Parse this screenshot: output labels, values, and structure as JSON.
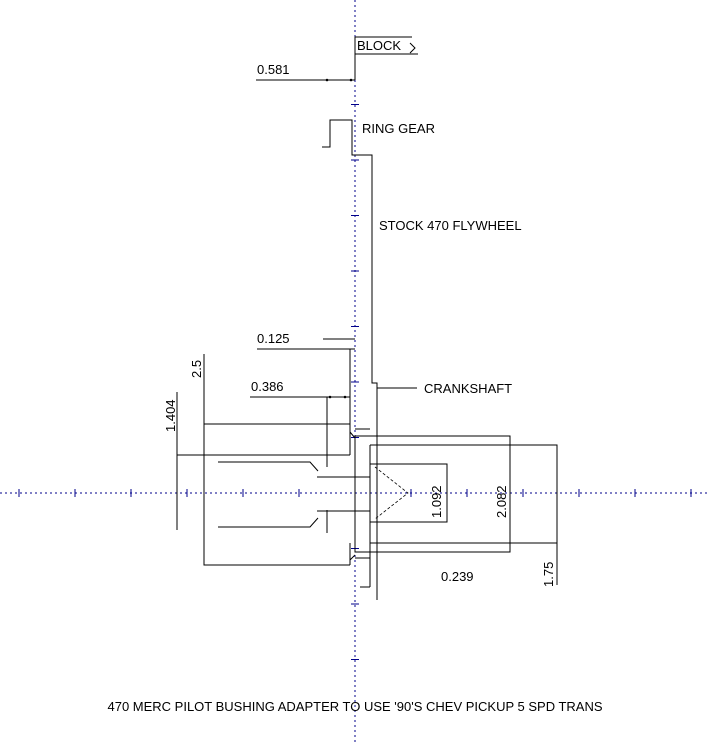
{
  "title": "470 MERC PILOT BUSHING ADAPTER TO USE '90'S CHEV PICKUP 5 SPD TRANS",
  "labels": {
    "block": "BLOCK",
    "ring_gear": "RING GEAR",
    "flywheel": "STOCK 470 FLYWHEEL",
    "crankshaft": "CRANKSHAFT"
  },
  "dimensions": {
    "d0581": "0.581",
    "d0125": "0.125",
    "d0386": "0.386",
    "d25": "2.5",
    "d1404": "1.404",
    "d1092": "1.092",
    "d2082": "2.082",
    "d0239": "0.239",
    "d175": "1.75"
  },
  "colors": {
    "line": "#000000",
    "centerline": "#00008b"
  }
}
